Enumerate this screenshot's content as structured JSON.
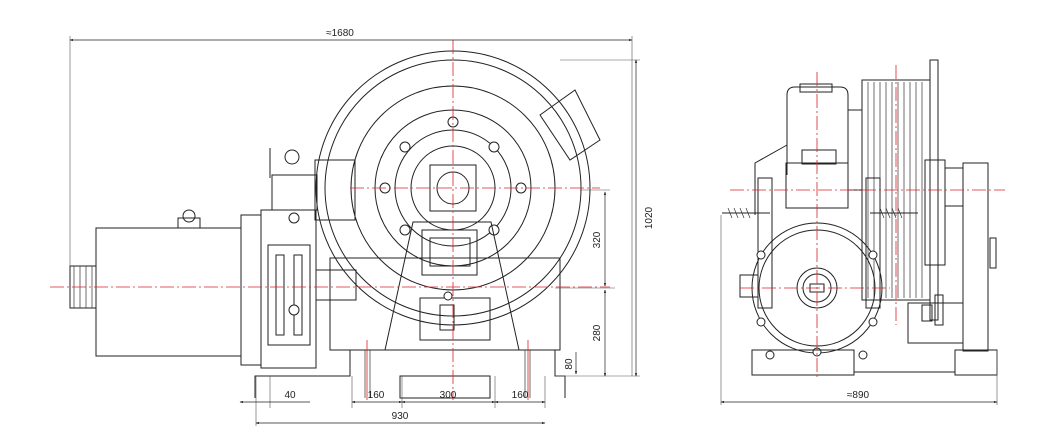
{
  "drawing": {
    "front_view": {
      "dimensions": {
        "overall_length": "≈1680",
        "overall_height": "1020",
        "shaft_to_top_of_sheave_axis": "320",
        "shaft_height": "280",
        "base_height": "80",
        "offset_left": "40",
        "bolt_spacing_left": "160",
        "center_span": "300",
        "bolt_spacing_right": "160",
        "base_length": "930"
      }
    },
    "side_view": {
      "dimensions": {
        "overall_width": "≈890"
      }
    },
    "colors": {
      "outline": "#222222",
      "centerline": "#d8232a"
    }
  }
}
